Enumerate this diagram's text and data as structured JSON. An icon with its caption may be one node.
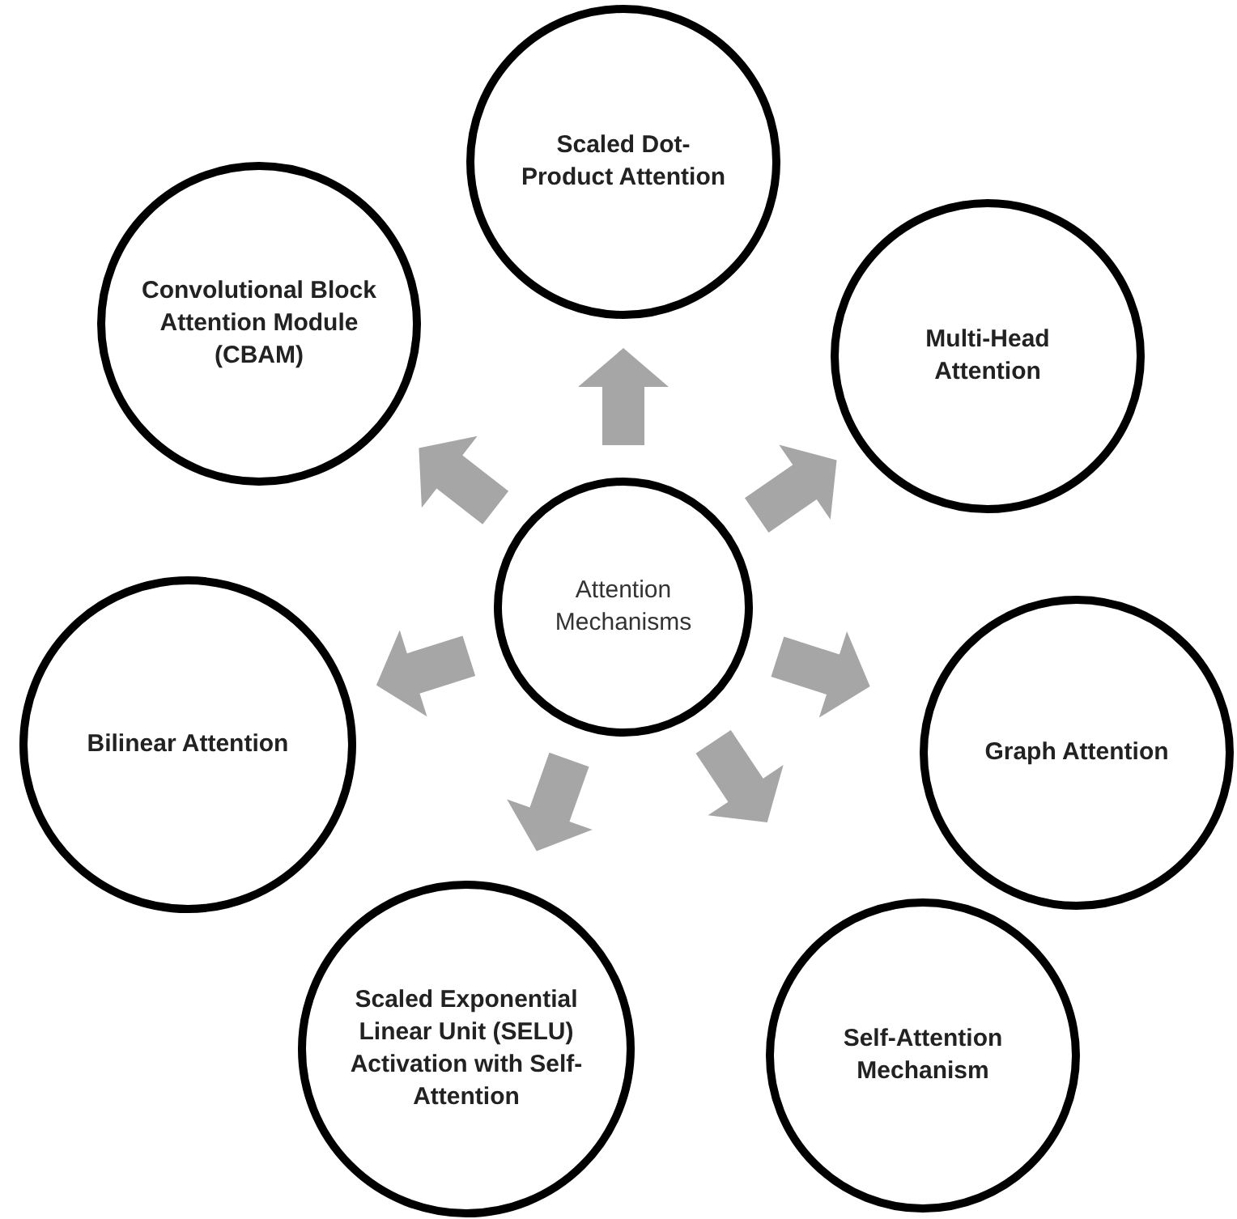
{
  "diagram": {
    "nodes": [
      {
        "text": [
          "Attention Mechanisms"
        ]
      },
      {
        "text": [
          "Scaled Dot-Product Attention"
        ]
      },
      {
        "text": [
          "Multi-Head Attention"
        ]
      },
      {
        "text": [
          "Graph Attention"
        ]
      },
      {
        "text": [
          "Self-Attention Mechanism"
        ]
      },
      {
        "text": [
          "Scaled Exponential Linear Unit (SELU) Activation with Self-Attention"
        ]
      },
      {
        "text": [
          "Bilinear Attention"
        ]
      },
      {
        "text": [
          "Convolutional Block Attention Module (CBAM)"
        ]
      }
    ],
    "edges": [
      {
        "from": 0,
        "to": 1,
        "arrow": "to"
      },
      {
        "from": 0,
        "to": 2,
        "arrow": "to"
      },
      {
        "from": 0,
        "to": 3,
        "arrow": "to"
      },
      {
        "from": 0,
        "to": 4,
        "arrow": "to"
      },
      {
        "from": 0,
        "to": 5,
        "arrow": "to"
      },
      {
        "from": 0,
        "to": 6,
        "arrow": "to"
      },
      {
        "from": 0,
        "to": 7,
        "arrow": "to"
      }
    ]
  }
}
